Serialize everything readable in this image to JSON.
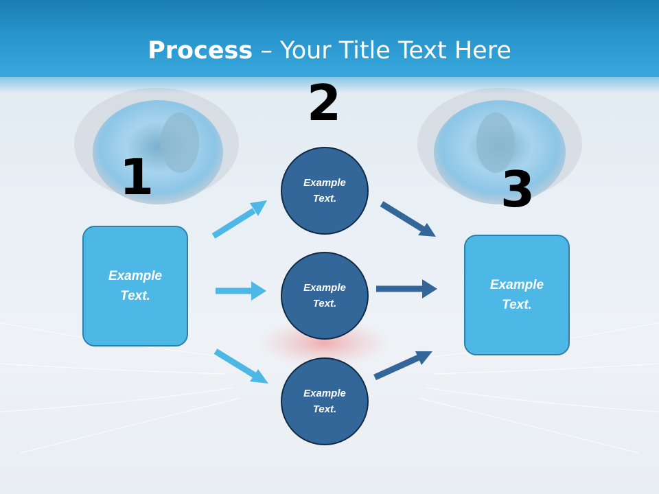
{
  "title": {
    "bold": "Process",
    "rest": " – Your Title Text Here"
  },
  "steps": {
    "one": "1",
    "two": "2",
    "three": "3"
  },
  "left_box": {
    "text": "Example Text."
  },
  "right_box": {
    "text": "Example Text."
  },
  "circles": [
    {
      "text": "Example Text."
    },
    {
      "text": "Example Text."
    },
    {
      "text": "Example Text."
    }
  ],
  "colors": {
    "header": "#2a98cf",
    "box_fill": "#4db8e6",
    "circle_fill": "#336699",
    "arrow_light": "#4db8e6",
    "arrow_dark": "#336699"
  }
}
